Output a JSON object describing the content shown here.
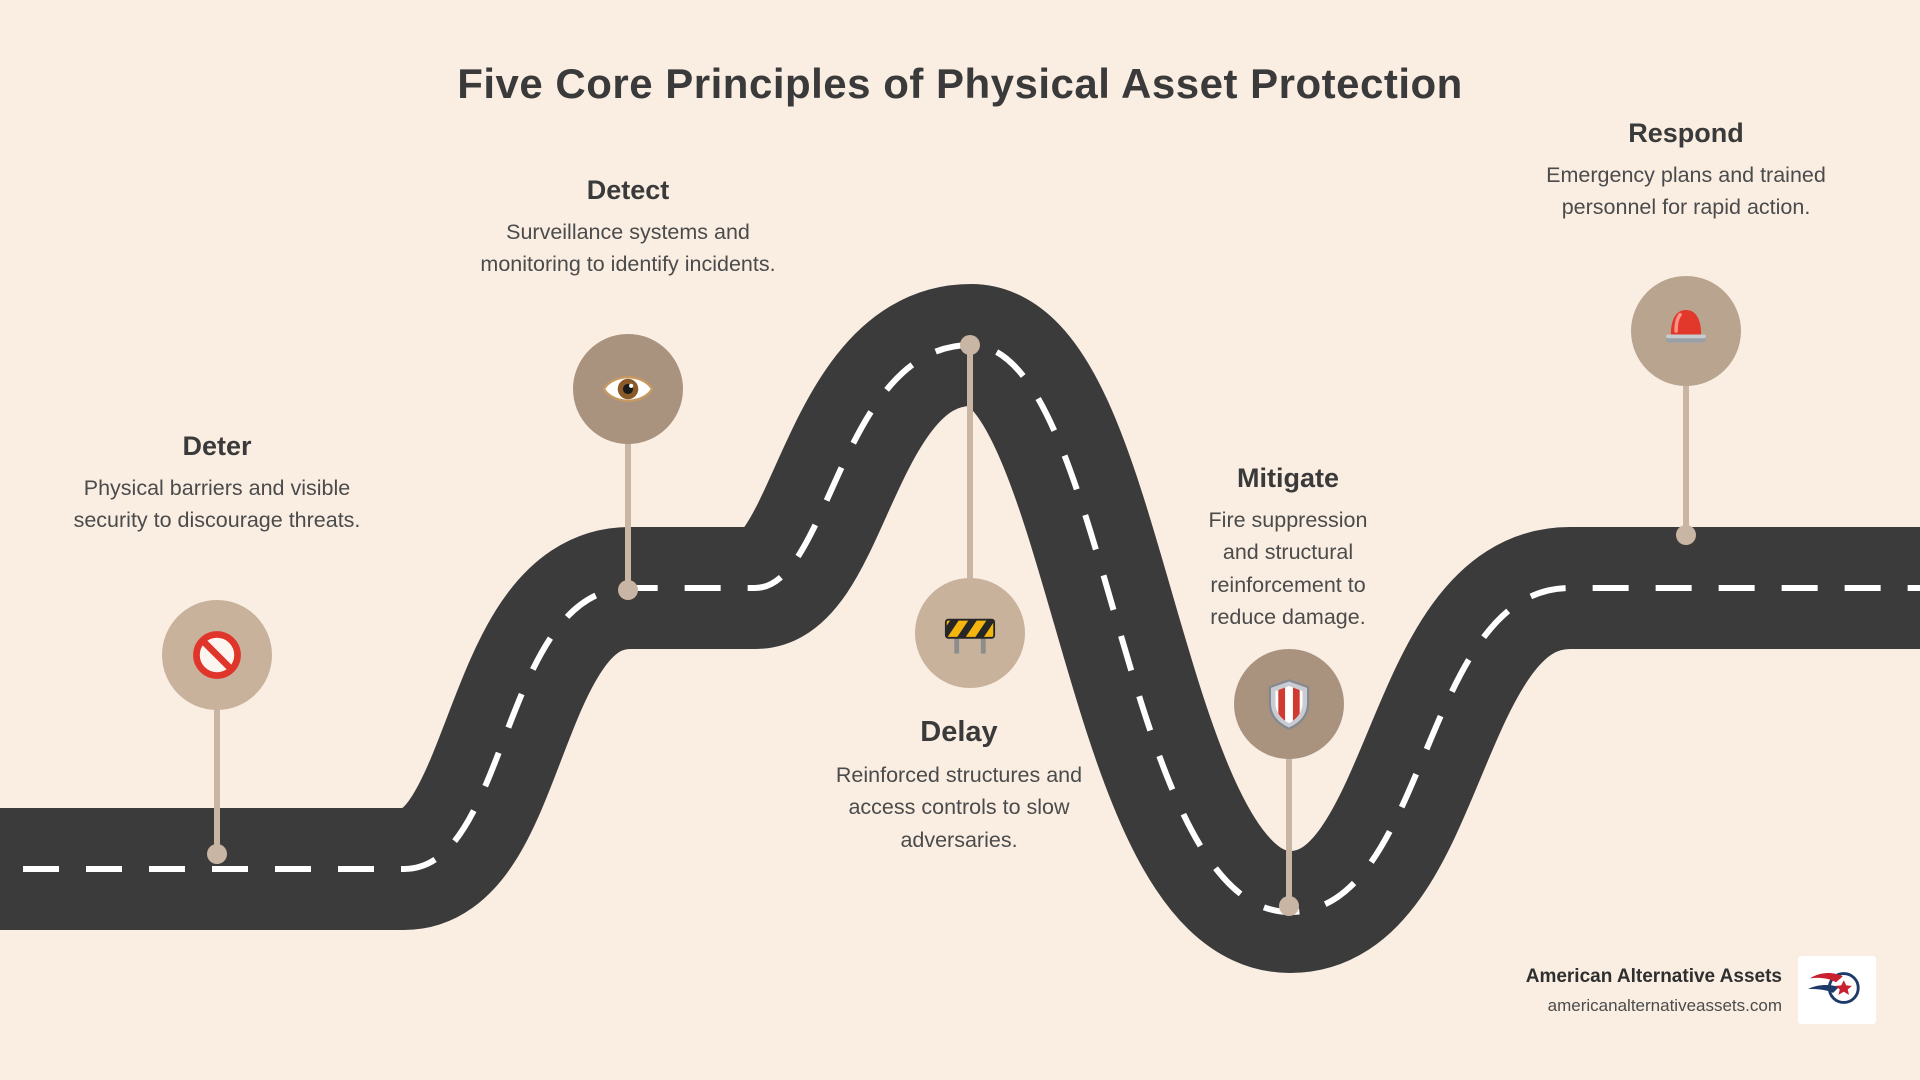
{
  "title": "Five Core Principles of Physical Asset Protection",
  "theme": {
    "background": "#FAEEE3",
    "road": "#3B3B3B",
    "road_line": "#FFFFFF",
    "stem": "#C9B5A3",
    "heading_color": "#3A3A3A",
    "body_color": "#4B4B4B"
  },
  "milestones": [
    {
      "id": "deter",
      "label": "Deter",
      "description": "Physical barriers and visible security to discourage threats.",
      "icon": "no-entry-icon",
      "circle_color": "#C8B29C"
    },
    {
      "id": "detect",
      "label": "Detect",
      "description": "Surveillance systems and monitoring to identify incidents.",
      "icon": "eye-icon",
      "circle_color": "#A9937F"
    },
    {
      "id": "delay",
      "label": "Delay",
      "description": "Reinforced structures and access controls to slow adversaries.",
      "icon": "barricade-icon",
      "circle_color": "#C8B29C"
    },
    {
      "id": "mitigate",
      "label": "Mitigate",
      "description": "Fire suppression and structural reinforcement to reduce damage.",
      "icon": "shield-icon",
      "circle_color": "#A9937F"
    },
    {
      "id": "respond",
      "label": "Respond",
      "description": "Emergency plans and trained personnel for rapid action.",
      "icon": "siren-icon",
      "circle_color": "#B9A48F"
    }
  ],
  "footer": {
    "company": "American Alternative Assets",
    "website": "americanalternativeassets.com"
  }
}
